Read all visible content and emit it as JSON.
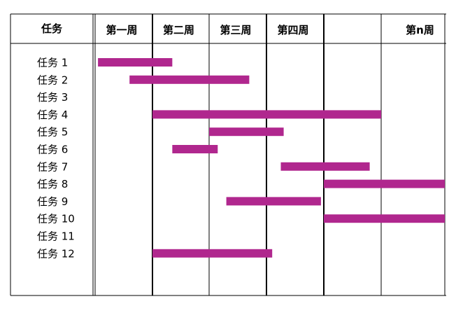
{
  "chart_data": {
    "type": "bar",
    "subtype": "gantt",
    "task_header": "任务",
    "period_headers": [
      "第一周",
      "第二周",
      "第三周",
      "第四周",
      "",
      "第n周"
    ],
    "tasks": [
      "任务 1",
      "任务 2",
      "任务 3",
      "任务 4",
      "任务 5",
      "任务 6",
      "任务 7",
      "任务 8",
      "任务 9",
      "任务 10",
      "任务 11",
      "任务 12"
    ],
    "bars": [
      {
        "task": "任务 1",
        "start": 0.05,
        "end": 1.35
      },
      {
        "task": "任务 2",
        "start": 0.6,
        "end": 2.7
      },
      {
        "task": "任务 4",
        "start": 1.0,
        "end": 5.0
      },
      {
        "task": "任务 5",
        "start": 2.0,
        "end": 3.3
      },
      {
        "task": "任务 6",
        "start": 1.35,
        "end": 2.15
      },
      {
        "task": "任务 7",
        "start": 3.25,
        "end": 4.8
      },
      {
        "task": "任务 8",
        "start": 4.0,
        "end": 6.0
      },
      {
        "task": "任务 9",
        "start": 2.3,
        "end": 3.95
      },
      {
        "task": "任务 10",
        "start": 4.0,
        "end": 6.0
      },
      {
        "task": "任务 12",
        "start": 1.0,
        "end": 3.1
      }
    ],
    "bar_color": "#b0278e",
    "grid": true
  }
}
